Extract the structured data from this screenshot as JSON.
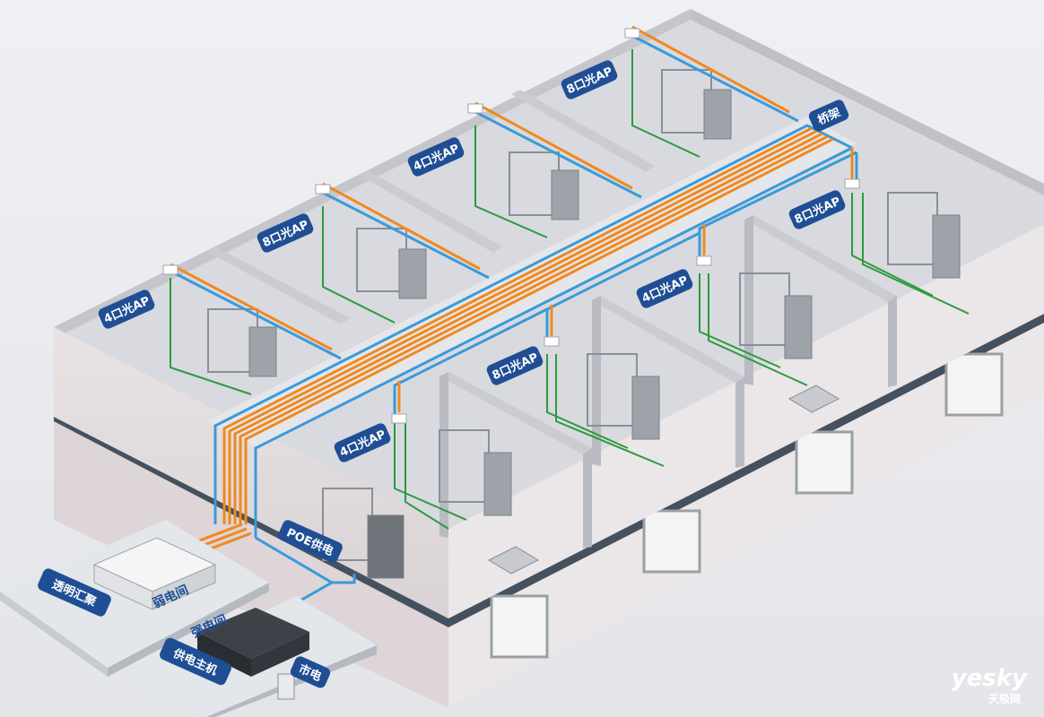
{
  "labels": {
    "ap_room1": "4口光AP",
    "ap_room2": "8口光AP",
    "ap_room3": "4口光AP",
    "ap_room4": "8口光AP",
    "ap_room5": "4口光AP",
    "ap_room6": "8口光AP",
    "ap_room7": "4口光AP",
    "ap_room8": "8口光AP",
    "bridge": "桥架",
    "poe": "POE供电",
    "aggregation": "透明汇聚",
    "weak_room": "弱电间",
    "strong_room": "强电间",
    "power_host": "供电主机",
    "mains": "市电"
  },
  "watermark": {
    "brand": "yesky",
    "sub": "天极网"
  },
  "colors": {
    "fiber": "#f0891e",
    "ethernet": "#3a9ad9",
    "green_cable": "#2e9a3e",
    "label_bg": "#1f4e94",
    "wall_top": "#dcdde2",
    "wall_side": "#c9cacf"
  }
}
